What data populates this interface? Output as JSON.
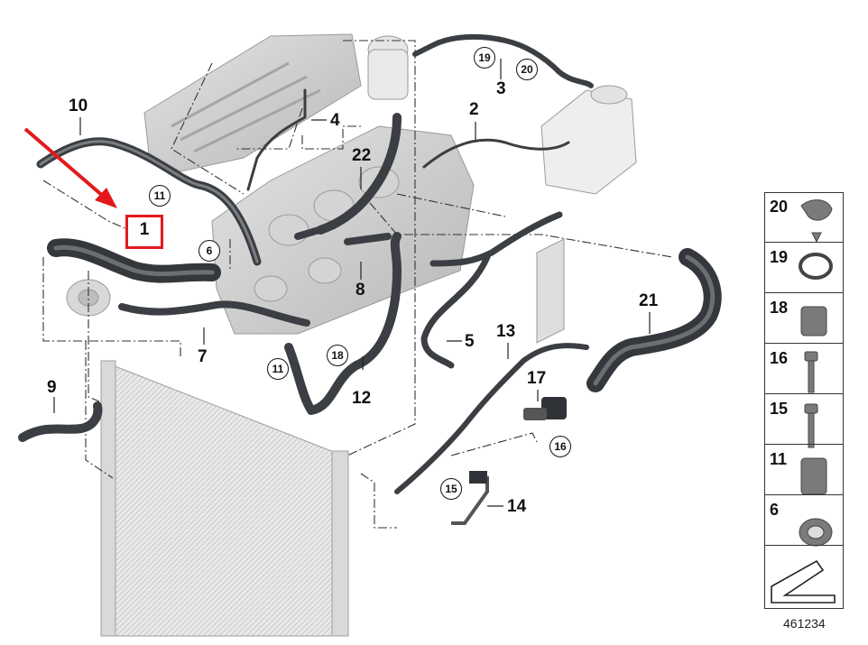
{
  "parts": {
    "p1": "1",
    "p2": "2",
    "p3": "3",
    "p4": "4",
    "p5": "5",
    "p6": "6",
    "p7": "7",
    "p8": "8",
    "p9": "9",
    "p10": "10",
    "p11a": "11",
    "p11b": "11",
    "p12": "12",
    "p13": "13",
    "p14": "14",
    "p15": "15",
    "p16": "16",
    "p17": "17",
    "p18": "18",
    "p19": "19",
    "p20": "20",
    "p21": "21",
    "p22": "22"
  },
  "legend": [
    "20",
    "19",
    "18",
    "16",
    "15",
    "11",
    "6"
  ],
  "reference_number": "461234",
  "colors": {
    "highlight": "#e3191b",
    "hose": "#3b3e42",
    "engine": "#bfbfbf"
  }
}
